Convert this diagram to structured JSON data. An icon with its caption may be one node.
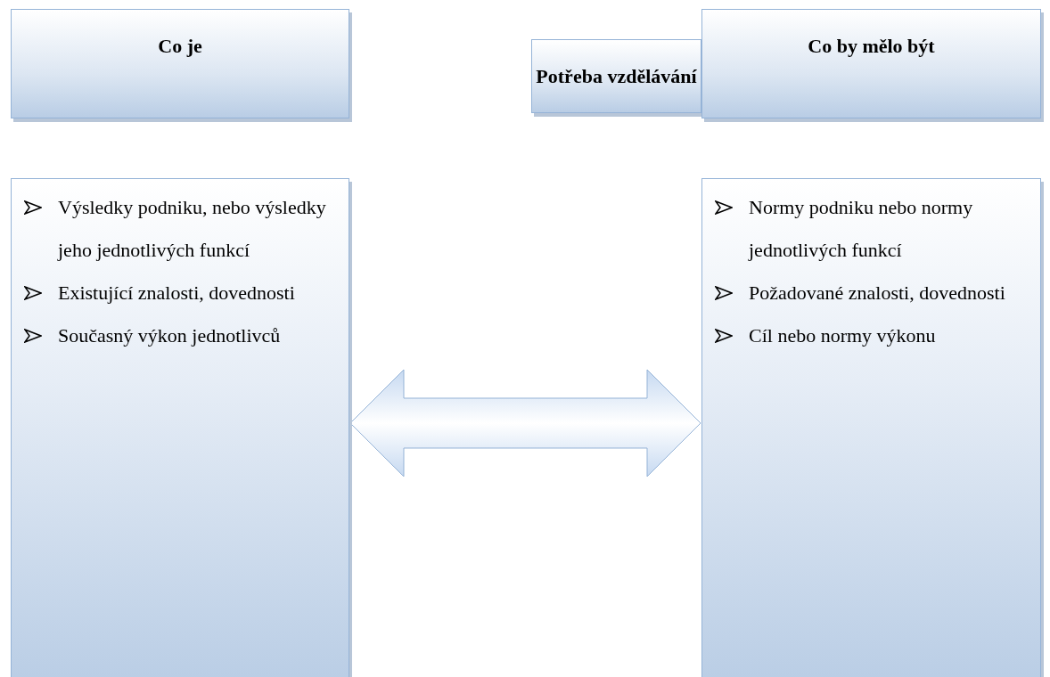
{
  "diagram": {
    "nodes": [
      {
        "text": [
          "Co je"
        ]
      },
      {
        "text": [
          "Potřeba vzdělávání"
        ]
      },
      {
        "text": [
          "Co by mělo být"
        ]
      },
      {
        "text": [
          "Výsledky podniku, nebo výsledky jeho jednotlivých funkcí",
          "Existující znalosti, dovednosti",
          "Současný výkon jednotlivců"
        ]
      },
      {
        "text": [
          "Normy podniku nebo normy jednotlivých funkcí",
          "Požadované znalosti, dovednosti",
          "Cíl nebo normy výkonu"
        ]
      }
    ],
    "edges": [
      {
        "from": 3,
        "to": 4,
        "arrow": "both"
      }
    ]
  }
}
